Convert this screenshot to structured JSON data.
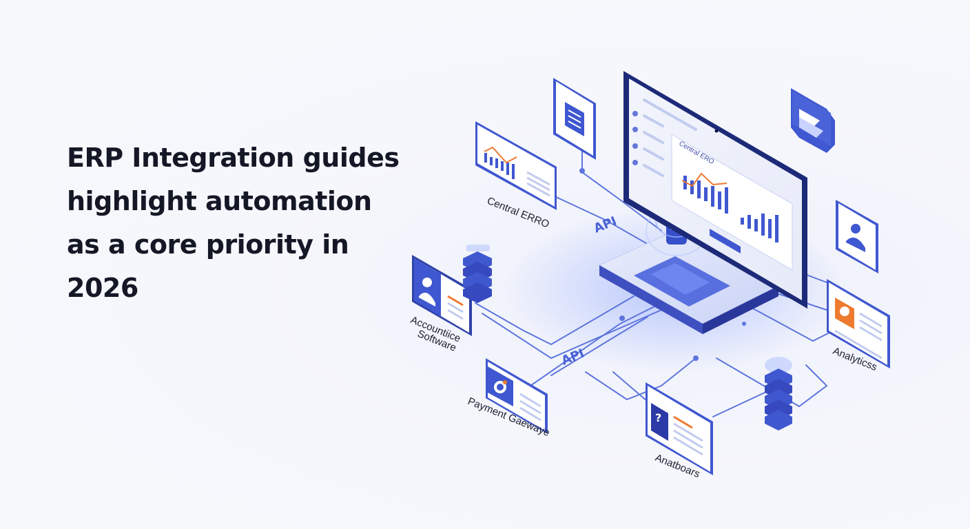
{
  "headline": {
    "lines": [
      "ERP Integration guides",
      "highlight automation",
      "as a core priority in",
      "2026"
    ]
  },
  "diagram": {
    "screen_title": "Central ERO",
    "api_labels": [
      "API",
      "API"
    ],
    "nodes": {
      "central": "Central ERRO",
      "accounting": [
        "Accountiice",
        "Software"
      ],
      "payment": "Payment Gaewaye",
      "analytics": "Analyticss",
      "dashboards": "Anatboars"
    },
    "icons": [
      "clipboard-icon",
      "bar-chart-icon",
      "user-icon",
      "layers-icon",
      "person-icon",
      "database-icon",
      "card-icon",
      "question-icon"
    ]
  },
  "colors": {
    "primary": "#3f57d0",
    "dark": "#1f2a6b",
    "accent": "#ee7a2f",
    "line": "#5d75dd",
    "glow": "#9fb4ff"
  }
}
